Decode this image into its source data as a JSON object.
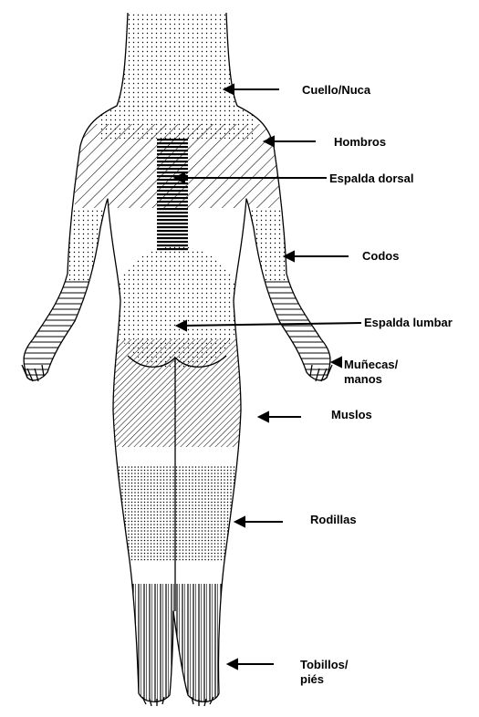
{
  "figure": {
    "labels": [
      {
        "key": "neck",
        "lines": [
          "Cuello/Nuca"
        ]
      },
      {
        "key": "shoulders",
        "lines": [
          "Hombros"
        ]
      },
      {
        "key": "upper_back",
        "lines": [
          "Espalda dorsal"
        ]
      },
      {
        "key": "elbows",
        "lines": [
          "Codos"
        ]
      },
      {
        "key": "lower_back",
        "lines": [
          "Espalda lumbar"
        ]
      },
      {
        "key": "wrists_hands",
        "lines": [
          "Muñecas/",
          "manos"
        ]
      },
      {
        "key": "thighs",
        "lines": [
          "Muslos"
        ]
      },
      {
        "key": "knees",
        "lines": [
          "Rodillas"
        ]
      },
      {
        "key": "ankles_feet",
        "lines": [
          "Tobillos/",
          "piés"
        ]
      }
    ],
    "colors": {
      "ink": "#000000",
      "background": "#ffffff"
    }
  }
}
